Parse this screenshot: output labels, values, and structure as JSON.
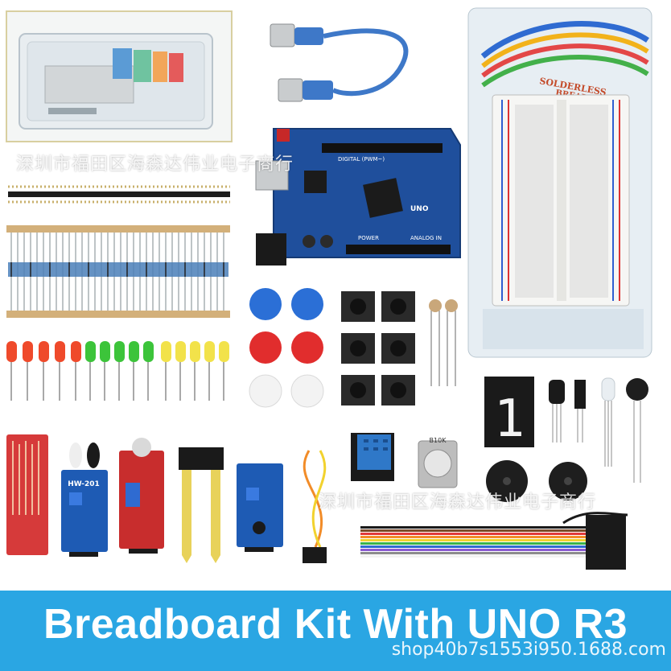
{
  "banner": {
    "title": "Breadboard Kit With UNO R3",
    "color": "#2aa6e3"
  },
  "watermarks": {
    "top": "深圳市福田区海森达伟业电子商行",
    "middle": "深圳市福田区海森达伟业电子商行",
    "shop": "shop40b7s1553i950.1688.com"
  },
  "breadboard_card": {
    "label_line1": "SOLDERLESS",
    "label_line2": "BREADBOARD"
  },
  "uno_board": {
    "labels": [
      "DIGITAL (PWM~)",
      "POWER",
      "ANALOG IN",
      "UNO"
    ]
  },
  "sensor_module": {
    "label": "HW-201"
  },
  "potentiometer": {
    "label": "B10K"
  },
  "seven_segment": {
    "digit": "1"
  }
}
